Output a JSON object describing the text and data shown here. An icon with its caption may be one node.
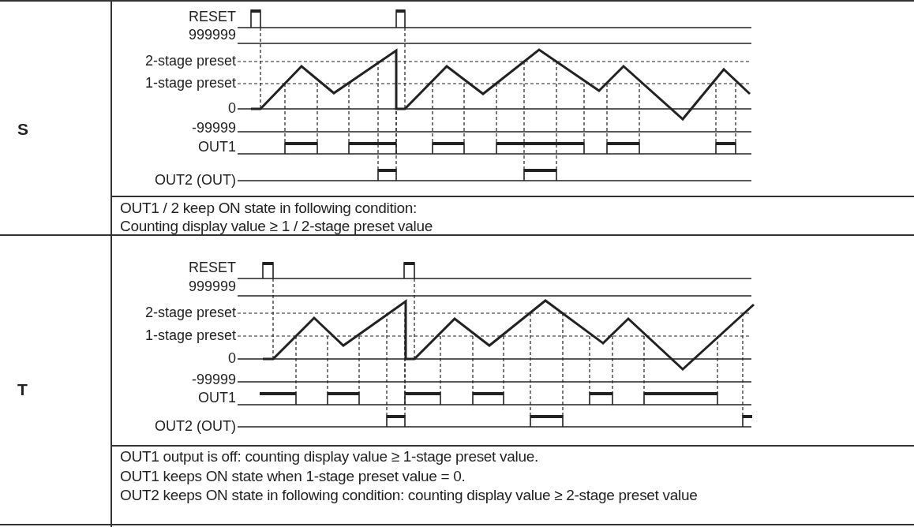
{
  "diagram": {
    "labels": [
      "S",
      "RESET",
      "999999",
      "2-stage preset",
      "1-stage preset",
      "0",
      "-99999",
      "OUT1",
      "OUT2 (OUT)",
      "OUT1 / 2 keep ON state in following condition:",
      "Counting display value ≥ 1 / 2-stage preset value",
      "T",
      "RESET",
      "999999",
      "2-stage preset",
      "1-stage preset",
      "0",
      "-99999",
      "OUT1",
      "OUT2 (OUT)",
      "OUT1 output is off: counting display value ≥ 1-stage preset value.",
      "OUT1 keeps ON state when 1-stage preset value = 0.",
      "OUT2 keeps ON state in following condition: counting display value ≥ 2-stage preset value"
    ]
  }
}
